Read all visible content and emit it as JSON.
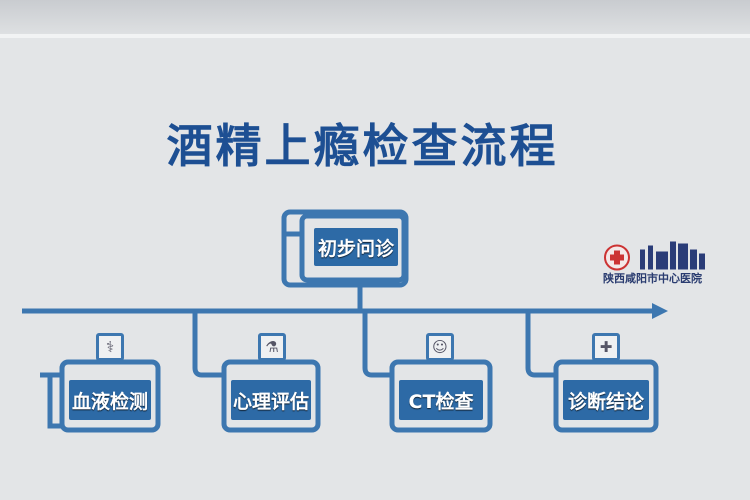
{
  "title": "酒精上瘾检查流程",
  "steps": {
    "start": "初步问诊",
    "branch1": "血液检测",
    "branch2": "心理评估",
    "branch3": "CT检查",
    "branch4": "诊断结论"
  },
  "hospital": {
    "name": "陕西咸阳市中心医院"
  },
  "colors": {
    "primary": "#2d6aa6",
    "line": "#3d77b0",
    "title": "#1d4f93"
  }
}
